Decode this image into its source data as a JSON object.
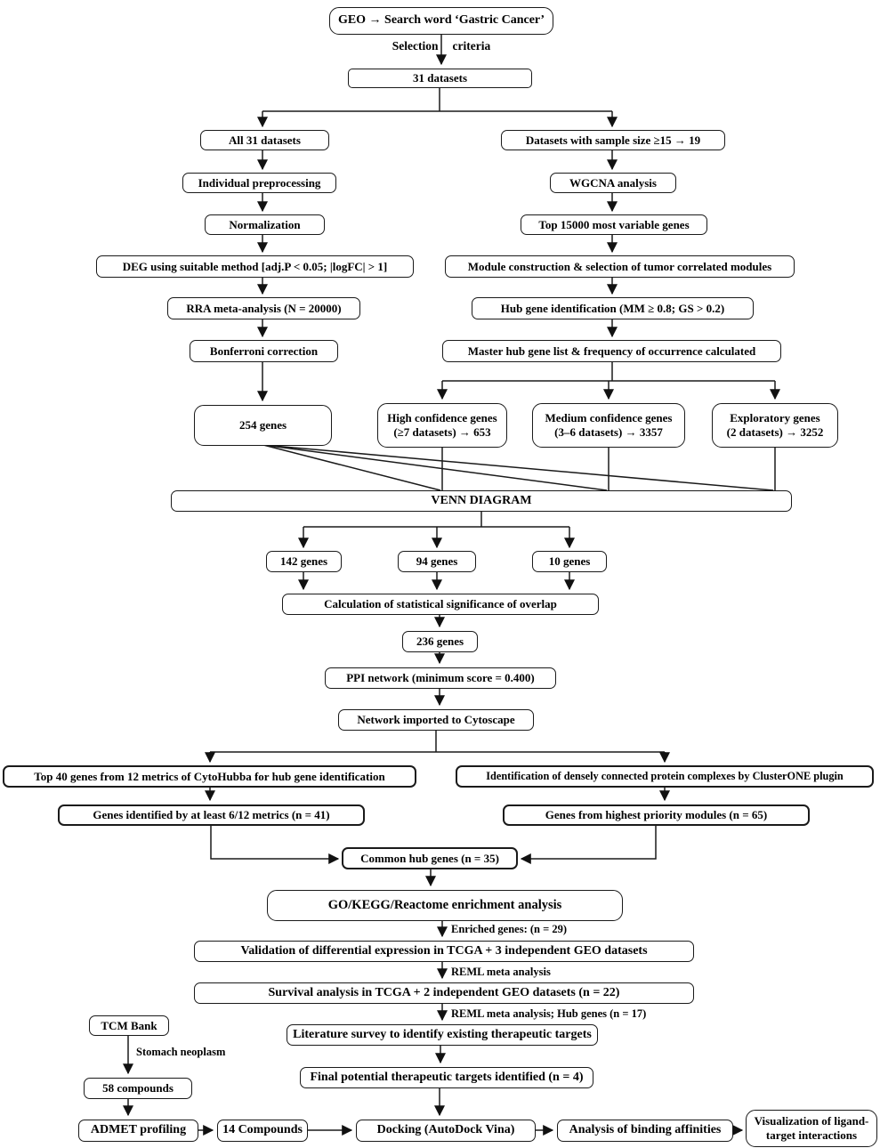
{
  "figure": {
    "type": "flowchart",
    "description_colors": {
      "line": "#1a1a1a",
      "box_fill": "#ffffff",
      "text": "#000000"
    }
  },
  "nodes": {
    "geo": "GEO → Search word ‘Gastric Cancer’",
    "d31": "31 datasets",
    "all31": "All 31 datasets",
    "sample15": "Datasets with sample size ≥15 → 19",
    "indiv": "Individual preprocessing",
    "wgcna": "WGCNA analysis",
    "norm": "Normalization",
    "top15000": "Top 15000 most variable genes",
    "deg": "DEG using suitable method [adj.P < 0.05; |logFC| > 1]",
    "module": "Module construction & selection of tumor correlated modules",
    "rra": "RRA meta-analysis  (N = 20000)",
    "hubid": "Hub gene identification  (MM ≥ 0.8; GS > 0.2)",
    "bonf": "Bonferroni correction",
    "master": "Master hub gene list & frequency of occurrence calculated",
    "g254": "254 genes",
    "highconf": "High confidence genes\n(≥7 datasets) → 653",
    "medconf": "Medium confidence genes\n(3–6 datasets) → 3357",
    "explor": "Exploratory genes\n(2 datasets) → 3252",
    "venn": "VENN DIAGRAM",
    "g142": "142 genes",
    "g94": "94 genes",
    "g10": "10 genes",
    "calc": "Calculation of statistical significance of overlap",
    "g236": "236 genes",
    "ppi": "PPI network (minimum score = 0.400)",
    "cyto": "Network imported to Cytoscape",
    "top40": "Top 40 genes from 12 metrics  of CytoHubba for hub gene identification",
    "clusterone": "Identification of densely connected protein complexes by ClusterONE plugin",
    "metrics612": "Genes identified by at least 6/12 metrics (n = 41)",
    "highest": "Genes from highest priority modules  (n = 65)",
    "common": "Common hub genes (n = 35)",
    "gokegg": "GO/KEGG/Reactome enrichment analysis",
    "validation": "Validation of differential expression in TCGA + 3 independent GEO datasets",
    "survival": "Survival analysis in TCGA + 2 independent GEO datasets (n = 22)",
    "literature": "Literature survey to identify existing therapeutic targets",
    "finaltgt": "Final potential therapeutic targets identified (n = 4)",
    "tcm": "TCM Bank",
    "c58": "58 compounds",
    "admet": "ADMET profiling",
    "c14": "14 Compounds",
    "docking": "Docking (AutoDock Vina)",
    "binding": "Analysis of binding affinities",
    "visual": "Visualization of ligand-\ntarget interactions"
  },
  "edge_labels": {
    "selection_left": "Selection",
    "selection_right": "criteria",
    "enriched": "Enriched genes: (n = 29)",
    "reml1": "REML meta analysis",
    "reml2": "REML meta analysis; Hub genes (n = 17)",
    "stomach": "Stomach neoplasm"
  }
}
